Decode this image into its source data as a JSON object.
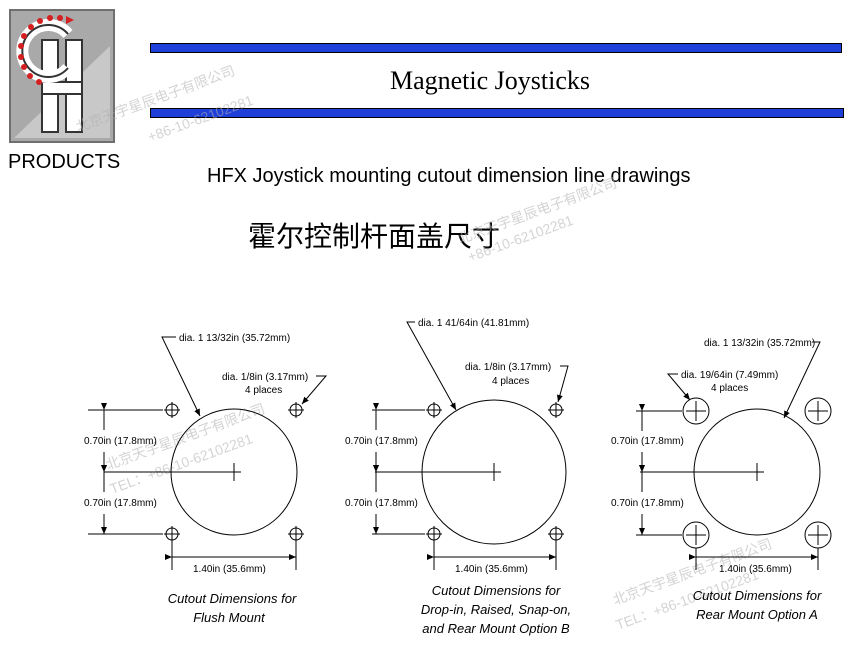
{
  "header": {
    "logo_label": "PRODUCTS",
    "title": "Magnetic Joysticks",
    "subtitle": "HFX Joystick mounting cutout dimension line drawings",
    "subtitle_cn": "霍尔控制杆面盖尺寸"
  },
  "colors": {
    "bar": "#1f3fd9",
    "logo_gray": "#a9a9a9",
    "logo_red": "#d42020"
  },
  "watermark": {
    "company": "北京天宇星辰电子有限公司",
    "phone": "+86-10-62102281",
    "tel": "TEL：+86-10-62102281"
  },
  "diagrams": {
    "flush": {
      "dia_label": "dia. 1 13/32in (35.72mm)",
      "hole_label": "dia. 1/8in (3.17mm)",
      "hole_count": "4 places",
      "v_top": "0.70in (17.8mm)",
      "v_bottom": "0.70in (17.8mm)",
      "h_dim": "1.40in (35.6mm)",
      "caption_1": "Cutout Dimensions for",
      "caption_2": "Flush Mount"
    },
    "dropin": {
      "dia_label": "dia. 1 41/64in (41.81mm)",
      "hole_label": "dia. 1/8in (3.17mm)",
      "hole_count": "4 places",
      "v_top": "0.70in (17.8mm)",
      "v_bottom": "0.70in (17.8mm)",
      "h_dim": "1.40in (35.6mm)",
      "caption_1": "Cutout Dimensions for",
      "caption_2": "Drop-in, Raised, Snap-on,",
      "caption_3": "and Rear Mount Option B"
    },
    "rear_a": {
      "dia_label": "dia. 1 13/32in (35.72mm)",
      "hole_label": "dia. 19/64in (7.49mm)",
      "hole_count": "4 places",
      "v_top": "0.70in (17.8mm)",
      "v_bottom": "0.70in (17.8mm)",
      "h_dim": "1.40in (35.6mm)",
      "caption_1": "Cutout Dimensions for",
      "caption_2": "Rear Mount Option A"
    }
  }
}
